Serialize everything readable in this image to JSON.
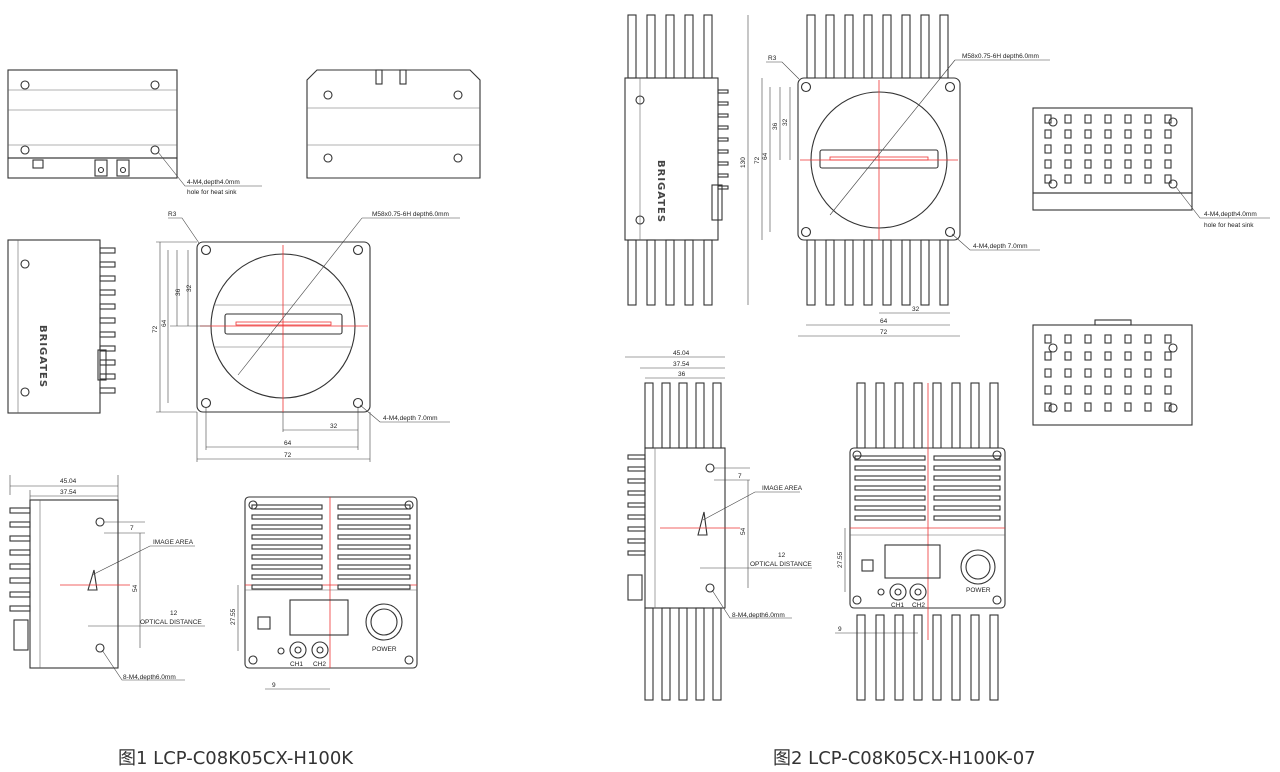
{
  "figure1": {
    "caption": "图1 LCP-C08K05CX-H100K",
    "top_view": {
      "hole_note_1": "4-M4,depth4.0mm",
      "hole_note_2": "hole for heat sink"
    },
    "side_view": {
      "brand": "BRIGATES"
    },
    "front_view": {
      "radius": "R3",
      "mount_thread": "M58x0.75-6H depth6.0mm",
      "dims_v": [
        "72",
        "64",
        "36",
        "32"
      ],
      "dims_h": [
        "32",
        "64",
        "72"
      ],
      "hole_note": "4-M4,depth 7.0mm"
    },
    "profile_view": {
      "dim_top_1": "45.04",
      "dim_top_2": "37.54",
      "dim_7": "7",
      "image_area": "IMAGE AREA",
      "dim_54": "54",
      "dim_12": "12",
      "optical_distance": "OPTICAL DISTANCE",
      "hole_note": "8-M4,depth6.0mm"
    },
    "back_view": {
      "dim_27": "27.55",
      "dim_9": "9",
      "ch1": "CH1",
      "ch2": "CH2",
      "power": "POWER"
    }
  },
  "figure2": {
    "caption": "图2 LCP-C08K05CX-H100K-07",
    "side_view": {
      "brand": "BRIGATES"
    },
    "front_view": {
      "radius": "R3",
      "mount_thread": "M58x0.75-6H depth6.0mm",
      "dims_v": [
        "130",
        "72",
        "64",
        "36",
        "32"
      ],
      "dims_h": [
        "32",
        "64",
        "72"
      ],
      "hole_note": "4-M4,depth 7.0mm"
    },
    "top_view": {
      "hole_note_1": "4-M4,depth4.0mm",
      "hole_note_2": "hole for heat sink"
    },
    "profile_view": {
      "dim_top_1": "45.04",
      "dim_top_2": "37.54",
      "dim_top_3": "36",
      "dim_7": "7",
      "image_area": "IMAGE AREA",
      "dim_54": "54",
      "dim_12": "12",
      "optical_distance": "OPTICAL DISTANCE",
      "hole_note": "8-M4,depth6.0mm"
    },
    "back_view": {
      "dim_27": "27.55",
      "dim_9": "9",
      "ch1": "CH1",
      "ch2": "CH2",
      "power": "POWER"
    }
  }
}
